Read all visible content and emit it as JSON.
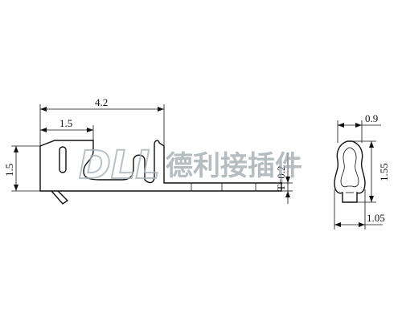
{
  "side_view": {
    "dim_total_length": "4.2",
    "dim_crimp_length": "1.5",
    "dim_height": "1.5",
    "dim_thickness": "T=0.2"
  },
  "end_view": {
    "dim_top_width": "0.9",
    "dim_height": "1.55",
    "dim_bottom_width": "1.05"
  },
  "watermark": {
    "logo": "DLL",
    "text": "德利接插件"
  }
}
